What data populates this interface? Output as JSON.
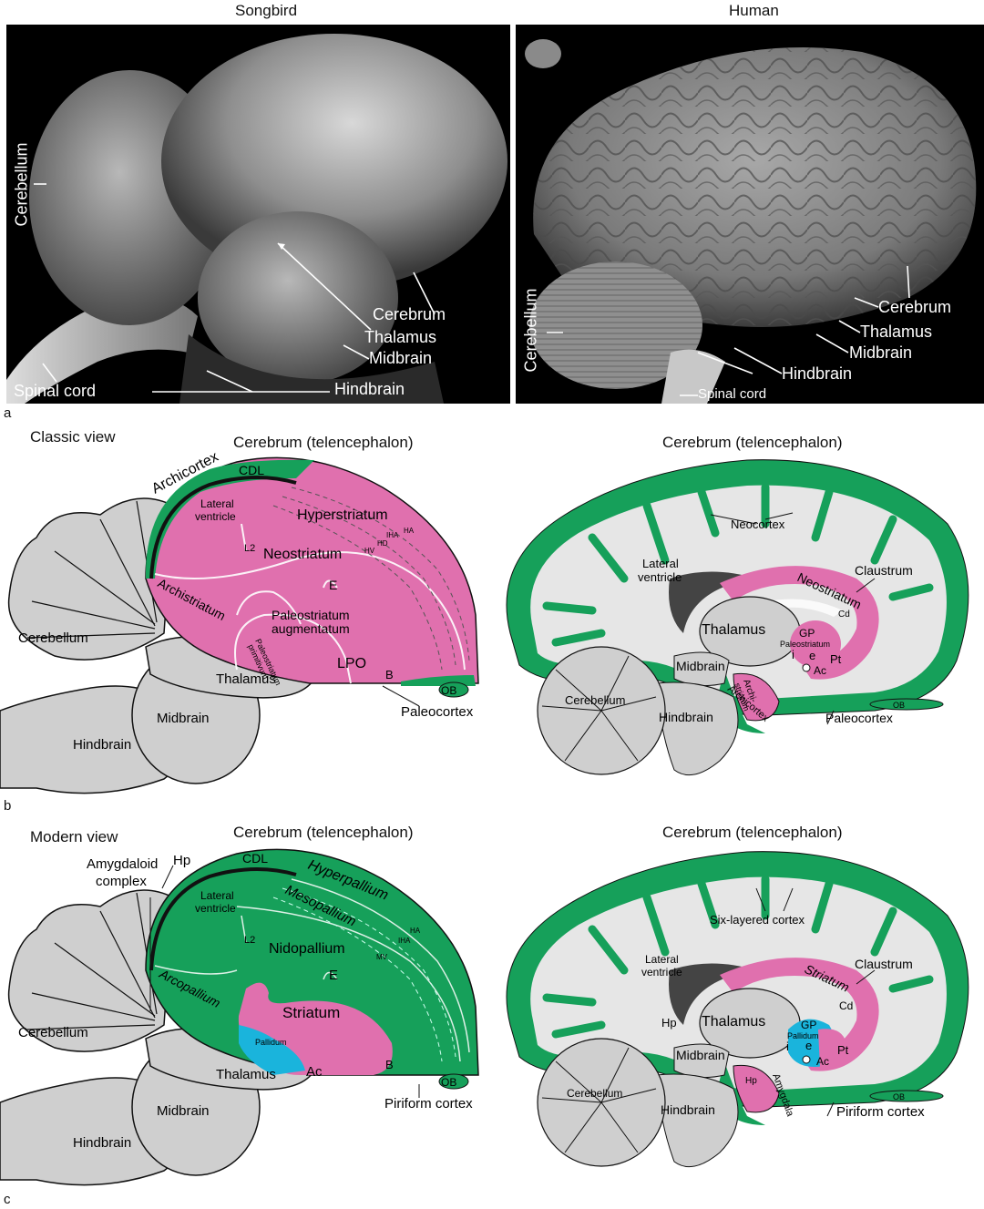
{
  "panel_a": {
    "letter": "a",
    "songbird_title": "Songbird",
    "human_title": "Human",
    "songbird_labels": {
      "cerebellum": "Cerebellum",
      "cerebrum": "Cerebrum",
      "thalamus": "Thalamus",
      "midbrain": "Midbrain",
      "spinal_cord": "Spinal cord",
      "hindbrain": "Hindbrain"
    },
    "human_labels": {
      "cerebellum": "Cerebellum",
      "cerebrum": "Cerebrum",
      "thalamus": "Thalamus",
      "midbrain": "Midbrain",
      "hindbrain": "Hindbrain",
      "spinal_cord": "Spinal cord"
    }
  },
  "panel_b": {
    "letter": "b",
    "view_title": "Classic view",
    "bird_title": "Cerebrum (telencephalon)",
    "human_title": "Cerebrum (telencephalon)",
    "bird_labels": {
      "archicortex": "Archicortex",
      "cdl": "CDL",
      "lateral_ventricle_1": "Lateral",
      "lateral_ventricle_2": "ventricle",
      "hyperstriatum": "Hyperstriatum",
      "iha": "IHA",
      "ha": "HA",
      "hd": "HD",
      "hv": "HV",
      "l2": "L2",
      "neostriatum": "Neostriatum",
      "e": "E",
      "archistriatum": "Archistriatum",
      "paleo_aug_1": "Paleostriatum",
      "paleo_aug_2": "augmentatum",
      "paleo_prim_1": "Paleostriatum",
      "paleo_prim_2": "primitivum",
      "lpo": "LPO",
      "b": "B",
      "ob": "OB",
      "paleocortex": "Paleocortex",
      "cerebellum": "Cerebellum",
      "thalamus": "Thalamus",
      "midbrain": "Midbrain",
      "hindbrain": "Hindbrain"
    },
    "human_labels": {
      "neocortex": "Neocortex",
      "lateral_ventricle_1": "Lateral",
      "lateral_ventricle_2": "ventricle",
      "claustrum": "Claustrum",
      "neostriatum": "Neostriatum",
      "cd": "Cd",
      "thalamus": "Thalamus",
      "gp": "GP",
      "paleostriatum": "Paleostriatum",
      "i": "i",
      "e": "e",
      "pt": "Pt",
      "ac": "Ac",
      "midbrain": "Midbrain",
      "cerebellum": "Cerebellum",
      "archistriatum_1": "Archi-",
      "archistriatum_2": "striatum",
      "archicortex": "Archicortex",
      "hindbrain": "Hindbrain",
      "ob": "OB",
      "paleocortex": "Paleocortex"
    }
  },
  "panel_c": {
    "letter": "c",
    "view_title": "Modern view",
    "bird_title": "Cerebrum (telencephalon)",
    "human_title": "Cerebrum (telencephalon)",
    "bird_labels": {
      "amygdaloid_1": "Amygdaloid",
      "amygdaloid_2": "complex",
      "hp": "Hp",
      "cdl": "CDL",
      "lateral_ventricle_1": "Lateral",
      "lateral_ventricle_2": "ventricle",
      "hyperpallium": "Hyperpallium",
      "mesopallium": "Mesopallium",
      "iha": "IHA",
      "ha": "HA",
      "mv": "MV",
      "l2": "L2",
      "nidopallium": "Nidopallium",
      "e": "E",
      "arcopallium": "Arcopallium",
      "striatum": "Striatum",
      "pallidum": "Pallidum",
      "ac": "Ac",
      "b": "B",
      "ob": "OB",
      "piriform": "Piriform cortex",
      "cerebellum": "Cerebellum",
      "thalamus": "Thalamus",
      "midbrain": "Midbrain",
      "hindbrain": "Hindbrain"
    },
    "human_labels": {
      "six_layered": "Six-layered cortex",
      "lateral_ventricle_1": "Lateral",
      "lateral_ventricle_2": "ventricle",
      "claustrum": "Claustrum",
      "striatum": "Striatum",
      "cd": "Cd",
      "thalamus": "Thalamus",
      "gp": "GP",
      "pallidum": "Pallidum",
      "i": "i",
      "e": "e",
      "pt": "Pt",
      "ac": "Ac",
      "hp": "Hp",
      "hp2": "Hp",
      "midbrain": "Midbrain",
      "cerebellum": "Cerebellum",
      "amygdala": "Amygdala",
      "hindbrain": "Hindbrain",
      "ob": "OB",
      "piriform": "Piriform cortex"
    }
  },
  "colors": {
    "green": "#16a05a",
    "pink": "#e070ae",
    "blue": "#1ab4dc",
    "gray": "#cfcfcf",
    "lightgray": "#e6e6e6",
    "dark": "#444444"
  }
}
